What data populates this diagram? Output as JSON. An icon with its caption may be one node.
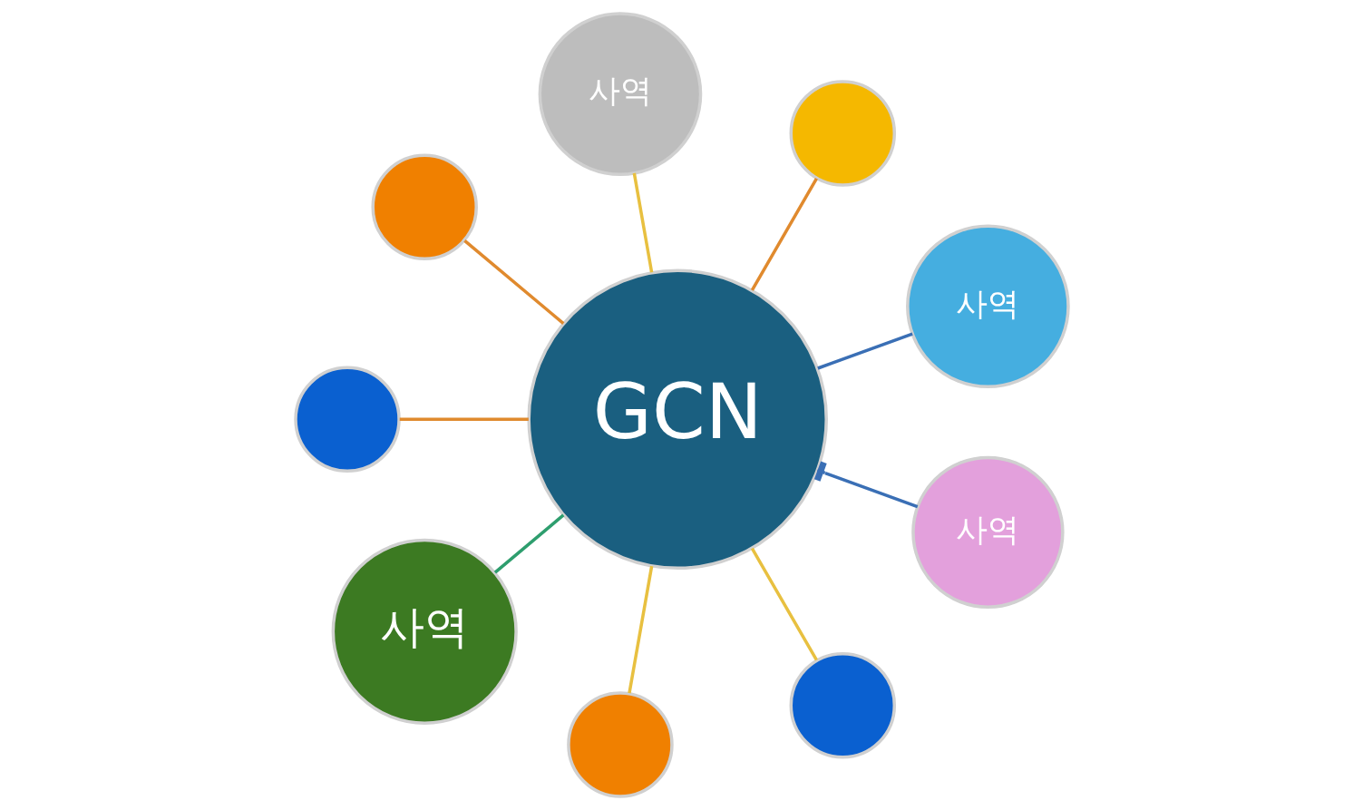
{
  "diagram": {
    "nodes": [
      {
        "text": [
          "GCN"
        ]
      },
      {
        "text": [
          "사역"
        ]
      },
      {
        "text": [],
        "shape": "person"
      },
      {
        "text": [
          "사역"
        ]
      },
      {
        "text": [],
        "shape": "person"
      },
      {
        "text": [],
        "shape": "person"
      },
      {
        "text": [
          "사역"
        ]
      },
      {
        "text": [],
        "shape": "person"
      },
      {
        "text": [],
        "shape": "person"
      },
      {
        "text": [
          "사역"
        ]
      }
    ],
    "edges": [
      {
        "from": 1,
        "to": 0,
        "arrow": "none",
        "color": "#3a6fb5"
      },
      {
        "from": 2,
        "to": 0,
        "arrow": "none",
        "color": "#e08a2e"
      },
      {
        "from": 3,
        "to": 0,
        "arrow": "none",
        "color": "#e8c040"
      },
      {
        "from": 5,
        "to": 0,
        "arrow": "none",
        "color": "#e08a2e"
      },
      {
        "from": 9,
        "to": 0,
        "arrow": "other",
        "color": "#3a6fb5"
      },
      {
        "from": 8,
        "to": 0,
        "arrow": "none",
        "color": "#e8c040"
      },
      {
        "from": 7,
        "to": 0,
        "arrow": "none",
        "color": "#e8c040"
      },
      {
        "from": 6,
        "to": 0,
        "arrow": "none",
        "color": "#2e9e6e"
      },
      {
        "from": 4,
        "to": 0,
        "arrow": "none",
        "color": "#e08a2e"
      }
    ]
  }
}
